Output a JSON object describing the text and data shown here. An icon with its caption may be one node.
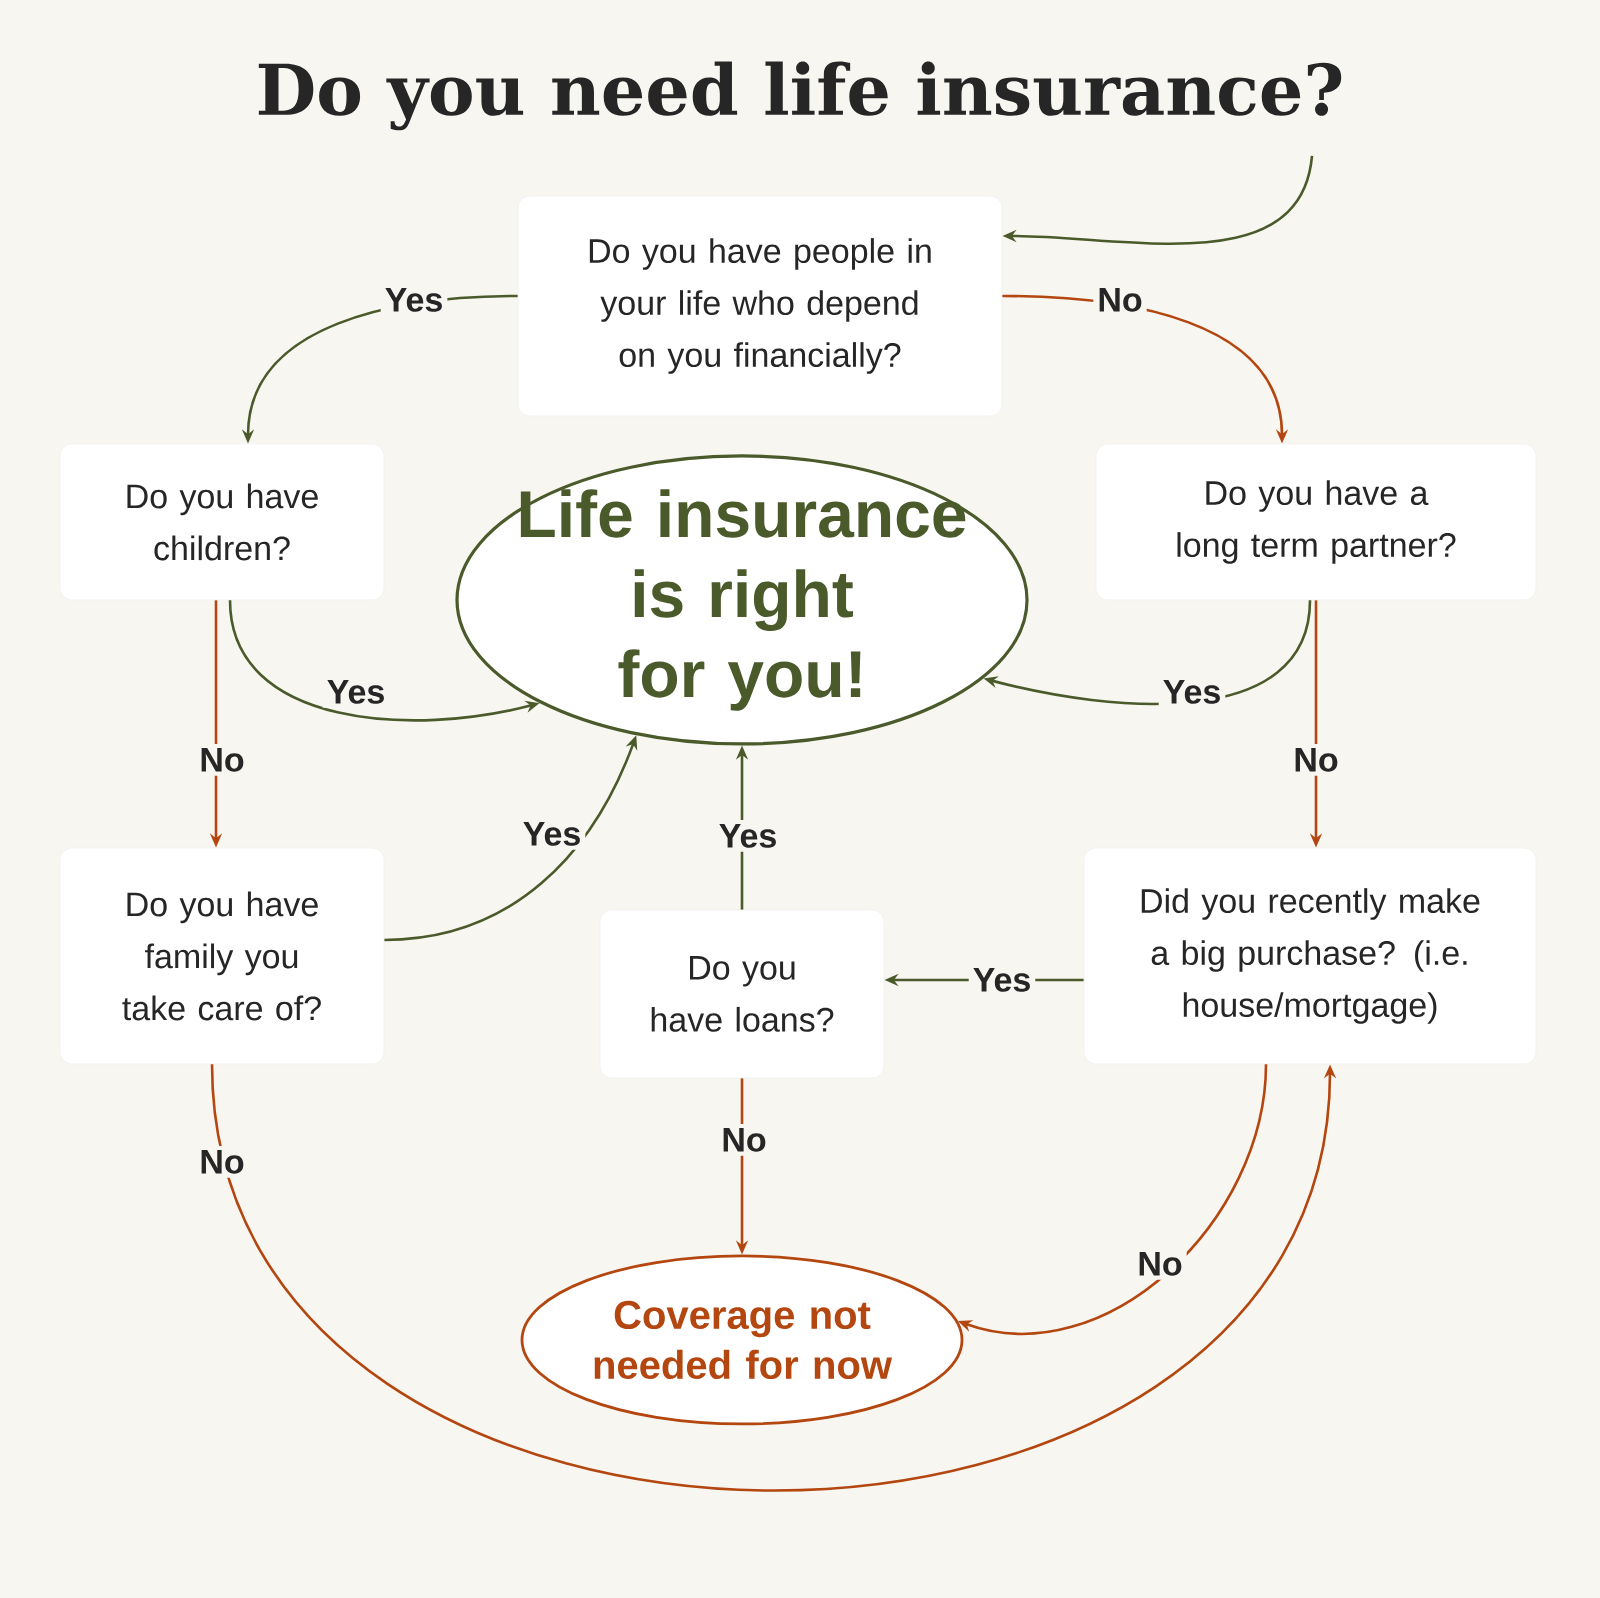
{
  "diagram": {
    "title": "Do you need life insurance?",
    "nodes": [
      {
        "text": [
          "Do you have people in your life who depend on you financially?"
        ]
      },
      {
        "text": [
          "Do you have children?"
        ]
      },
      {
        "text": [
          "Life insurance is right for you!"
        ]
      },
      {
        "text": [
          "Do you have a long term partner?"
        ]
      },
      {
        "text": [
          "Do you have family you take care of?"
        ]
      },
      {
        "text": [
          "Do you have loans?"
        ]
      },
      {
        "text": [
          "Did you recently make a big purchase? (i.e. house/mortgage)"
        ]
      },
      {
        "text": [
          "Coverage not needed for now"
        ]
      }
    ],
    "edges": [
      {
        "from": null,
        "to": 0,
        "arrow": "to"
      },
      {
        "from": 0,
        "to": 1,
        "arrow": "to",
        "label": "Yes"
      },
      {
        "from": 0,
        "to": 3,
        "arrow": "to",
        "label": "No",
        "color": "#b4460f"
      },
      {
        "from": 1,
        "to": 2,
        "arrow": "to",
        "label": "Yes"
      },
      {
        "from": 1,
        "to": 4,
        "arrow": "to",
        "label": "No",
        "color": "#b4460f"
      },
      {
        "from": 3,
        "to": 2,
        "arrow": "to",
        "label": "Yes"
      },
      {
        "from": 3,
        "to": 6,
        "arrow": "to",
        "label": "No",
        "color": "#b4460f"
      },
      {
        "from": 4,
        "to": 2,
        "arrow": "to",
        "label": "Yes"
      },
      {
        "from": 4,
        "to": 6,
        "arrow": "to",
        "label": "No",
        "color": "#b4460f"
      },
      {
        "from": 6,
        "to": 5,
        "arrow": "to",
        "label": "Yes"
      },
      {
        "from": 6,
        "to": 7,
        "arrow": "to",
        "label": "No",
        "color": "#b4460f"
      },
      {
        "from": 5,
        "to": 2,
        "arrow": "to",
        "label": "Yes"
      },
      {
        "from": 5,
        "to": 7,
        "arrow": "to",
        "label": "No",
        "color": "#b4460f"
      }
    ]
  }
}
